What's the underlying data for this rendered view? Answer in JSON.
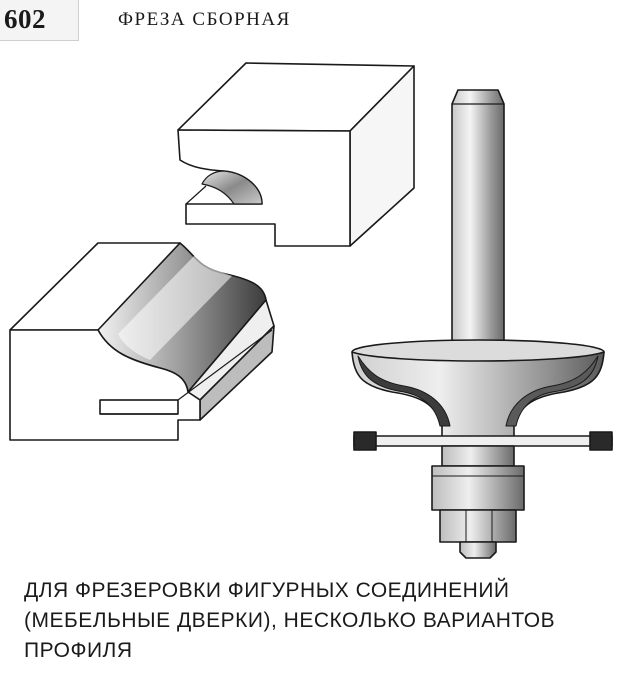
{
  "header": {
    "number": "602",
    "title": "ФРЕЗА  СБОРНАЯ"
  },
  "caption": {
    "line1": "ДЛЯ  ФРЕЗЕРОВКИ ФИГУРНЫХ   СОЕДИНЕНИЙ",
    "line2": "(МЕБЕЛЬНЫЕ   ДВЕРКИ), НЕСКОЛЬКО ВАРИАНТОВ",
    "line3": "ПРОФИЛЯ"
  },
  "illustration": {
    "parts": [
      "upper-workpiece",
      "lower-workpiece",
      "router-bit"
    ],
    "ink_color": "#1a1a1a",
    "paper_color": "#ffffff"
  }
}
